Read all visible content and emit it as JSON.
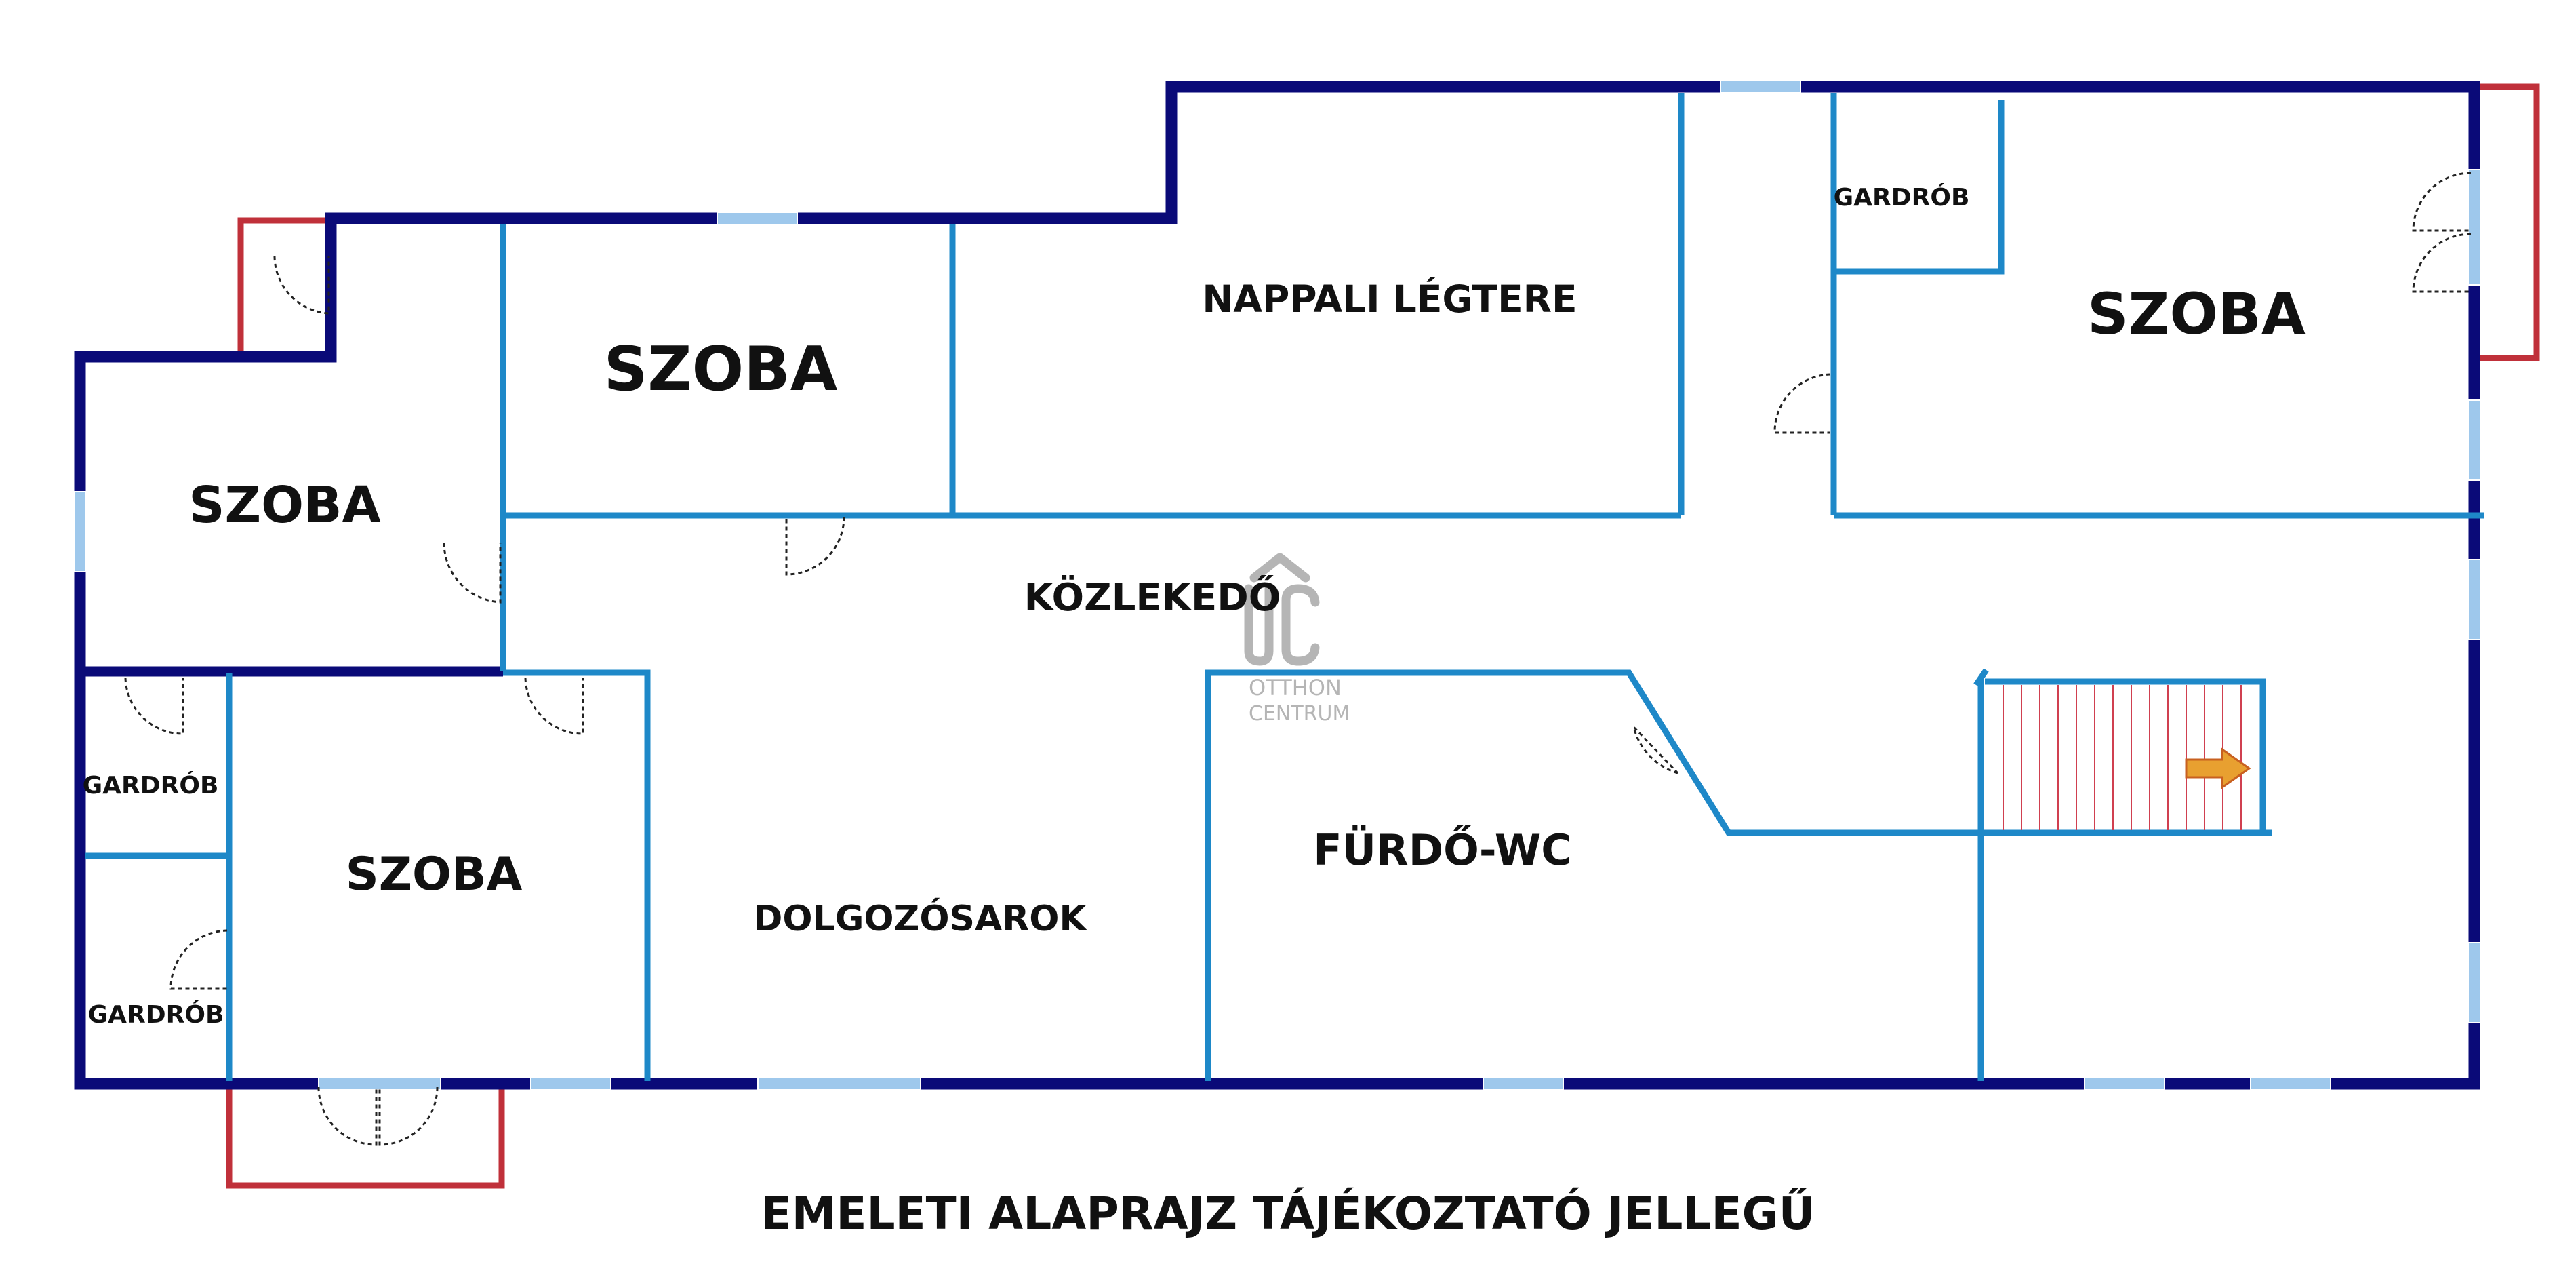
{
  "colors": {
    "exterior_wall": "#0a0a78",
    "interior_wall": "#1e88c8",
    "balcony": "#c0303a",
    "window": "#9ec8ec",
    "stair_lines": "#d04050",
    "arrow": "#e8a030",
    "logo": "#b5b5b5"
  },
  "rooms": {
    "szoba_left": "SZOBA",
    "szoba_top": "SZOBA",
    "nappali": "NAPPALI LÉGTERE",
    "szoba_right": "SZOBA",
    "gardrob_top": "GARDRÓB",
    "kozlekedo": "KÖZLEKEDŐ",
    "gardrob_mid": "GARDRÓB",
    "gardrob_low": "GARDRÓB",
    "szoba_bottom": "SZOBA",
    "dolgozosarok": "DOLGOZÓSAROK",
    "furdo": "FÜRDŐ-WC"
  },
  "logo": {
    "line1": "OTTHON",
    "line2": "CENTRUM"
  },
  "caption": "EMELETI ALAPRAJZ TÁJÉKOZTATÓ JELLEGŰ"
}
